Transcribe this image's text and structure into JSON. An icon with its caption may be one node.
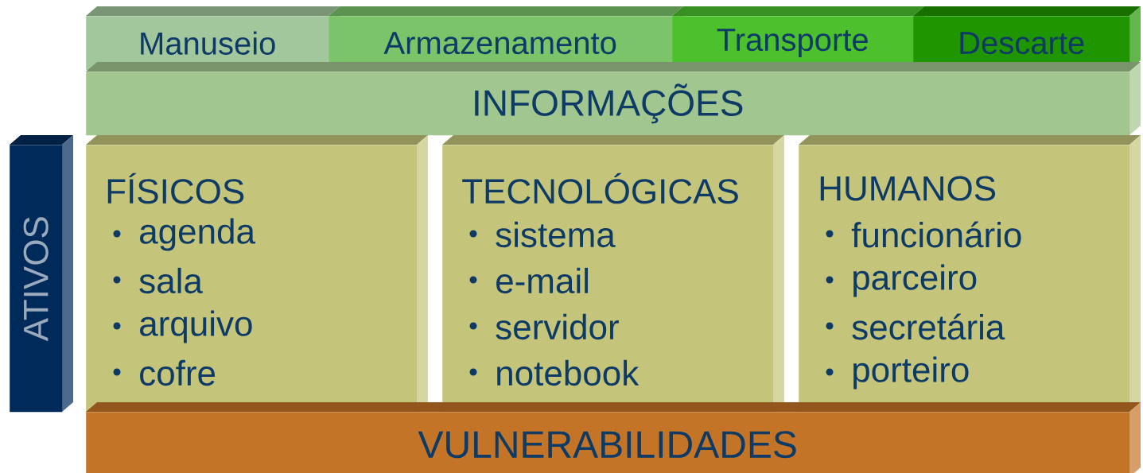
{
  "diagram": {
    "nodes": [
      {
        "text": [
          "Manuseio"
        ]
      },
      {
        "text": [
          "Armazenamento"
        ]
      },
      {
        "text": [
          "Transporte"
        ]
      },
      {
        "text": [
          "Descarte"
        ]
      },
      {
        "text": [
          "INFORMAÇÕES"
        ]
      },
      {
        "text": [
          "ATIVOS"
        ]
      },
      {
        "text": [
          "FÍSICOS",
          "agenda",
          "sala",
          "arquivo",
          "cofre"
        ]
      },
      {
        "text": [
          "TECNOLÓGICAS",
          "sistema",
          "e-mail",
          "servidor",
          "notebook"
        ]
      },
      {
        "text": [
          "HUMANOS",
          "funcionário",
          "parceiro",
          "secretária",
          "porteiro"
        ]
      },
      {
        "text": [
          "VULNERABILIDADES"
        ]
      }
    ]
  }
}
